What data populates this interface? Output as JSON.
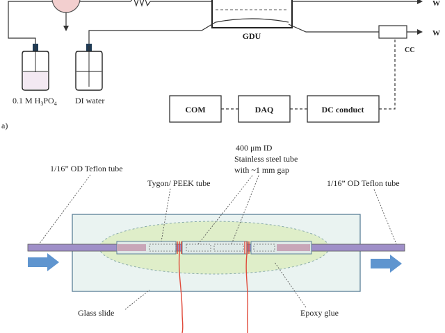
{
  "top": {
    "acid_label": "0.1 M H",
    "acid_sub": "3",
    "acid_mid": "PO",
    "acid_sub2": "4",
    "water_label": "DI water",
    "gdu_label": "GDU",
    "cc_label": "CC",
    "w1": "W",
    "w2": "W",
    "panel_label": "a)"
  },
  "boxes": {
    "com": "COM",
    "daq": "DAQ",
    "dc": "DC conduct"
  },
  "bottom": {
    "left_tube": "1/16” OD Teflon tube",
    "tygon": "Tygon/ PEEK tube",
    "ss_line1": "400 μm ID",
    "ss_line2": "Stainless steel tube",
    "ss_line3": "with ~1 mm gap",
    "right_tube": "1/16” OD Teflon tube",
    "glass": "Glass slide",
    "epoxy": "Epoxy glue"
  },
  "colors": {
    "tube": "#9f8fc8",
    "slide_fill": "#eaf3f1",
    "slide_stroke": "#5b7f97",
    "epoxy": "#dfeec9",
    "arrow": "#5f95cf",
    "wire": "#e04a3a",
    "valve": "#f3cfcf"
  }
}
